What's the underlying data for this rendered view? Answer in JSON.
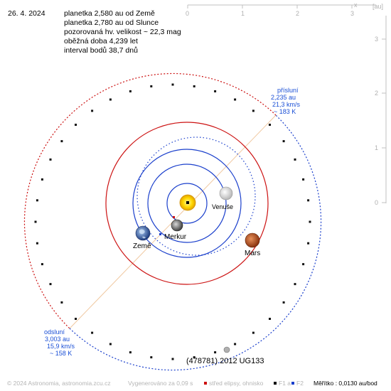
{
  "header": {
    "date": "26. 4. 2024",
    "info_lines": [
      "planetka 2,580 au od Země",
      "planetka 2,780 au od Slunce",
      "pozorovaná hv. velikost ~ 22,3 mag",
      "oběžná doba 4,239 let",
      "interval bodů 38,7 dnů"
    ]
  },
  "axes": {
    "x_label": "x",
    "unit": "[au]",
    "x_ticks": [
      "0",
      "1",
      "2",
      "3"
    ],
    "y_ticks": [
      "3",
      "2",
      "1",
      "0"
    ]
  },
  "planets": {
    "venus": "Venuše",
    "earth": "Země",
    "mercury": "Merkur",
    "mars": "Mars"
  },
  "perihelion": {
    "title": "přísluní",
    "distance": "2,235 au",
    "speed": "21,3 km/s",
    "temp": "~ 183 K"
  },
  "aphelion": {
    "title": "odsluní",
    "distance": "3,003 au",
    "speed": "15,9 km/s",
    "temp": "~ 158 K"
  },
  "asteroid": {
    "name": "(478781) 2012 UG133"
  },
  "footer": {
    "copyright": "© 2024 Astronomia, astronomia.zcu.cz",
    "generated": "Vygenerováno za 0,09 s",
    "legend_center": "střed elipsy, ohnisko",
    "legend_f1": "F1 a",
    "legend_f2": "F2",
    "scale": "Měřítko : 0,0130 au/bod"
  },
  "colors": {
    "orbit_red": "#cc1111",
    "orbit_blue": "#1a3fcc",
    "apsis_line": "#f0c8a0",
    "text_blue": "#1a4fd6",
    "axis_gray": "#b0b0b0"
  }
}
